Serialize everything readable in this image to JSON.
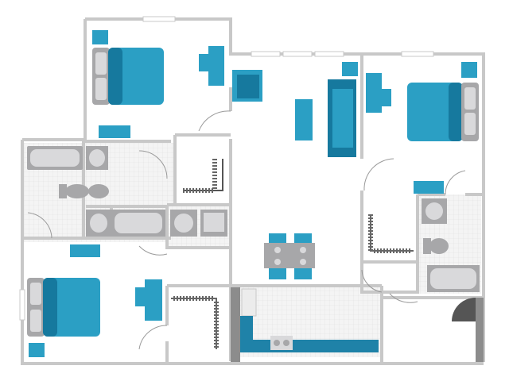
{
  "floorplan": {
    "rooms": [
      "bedroom-1",
      "bedroom-2",
      "bedroom-3",
      "bathroom-1",
      "bathroom-2",
      "bathroom-3",
      "living-room",
      "kitchen",
      "dining-area",
      "laundry",
      "closet-1",
      "closet-2",
      "closet-3"
    ],
    "furniture": [
      "queen-bed",
      "queen-bed",
      "queen-bed",
      "nightstand",
      "desk",
      "desk-chair",
      "armchair",
      "sofa",
      "coffee-table",
      "dining-table",
      "dining-chair",
      "bathtub",
      "toilet",
      "sink",
      "washer",
      "dryer",
      "stove",
      "refrigerator",
      "kitchen-counter"
    ]
  },
  "colors": {
    "wall": "#c8c8c8",
    "floor": "#ffffff",
    "tile": "#f2f2f2",
    "fixture": "#a7a7a9",
    "fixture_light": "#d9d9db",
    "accent": "#2b9fc4",
    "accent_dark": "#16799e",
    "counter": "#1f82a8",
    "door_arc": "#9a9a9a",
    "tile_grid": "#e2e2e2"
  }
}
